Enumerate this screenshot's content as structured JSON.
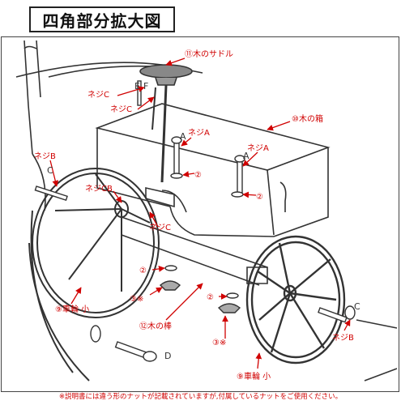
{
  "title": "四角部分拡大図",
  "labels": {
    "saddle": "⑪木のサドル",
    "box": "⑩木の箱",
    "screw_c_top": "ネジC",
    "screw_c_mid": "ネジC",
    "screw_b_left": "ネジB",
    "screw_cb": "ネジCB",
    "screw_c_bottom": "ネジC",
    "screw_a_left": "ネジA",
    "screw_a_right": "ネジA",
    "washer_2_a": "②",
    "washer_2_b": "②",
    "washer_2_c": "②",
    "washer_2_d": "②",
    "nut_3_left": "③※",
    "nut_3_right": "③※",
    "wheel_left": "⑨車輪 小",
    "wheel_right": "⑨車輪 小",
    "stick": "⑫木の棒",
    "screw_b_right": "ネジB"
  },
  "part_letters": {
    "c_left": "C",
    "c_right": "C",
    "e": "E",
    "f": "F",
    "a1": "A",
    "a2": "A",
    "d": "D"
  },
  "footnote": "※説明書には違う形のナットが記載されていますが,付属しているナットをご使用ください。"
}
